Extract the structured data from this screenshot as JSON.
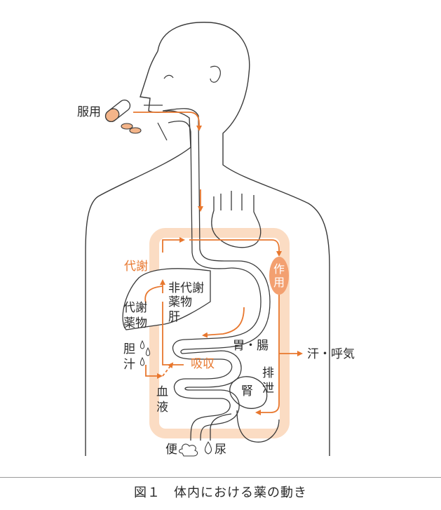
{
  "figure": {
    "labels": {
      "oral": "服用",
      "metabolism": "代謝",
      "action_1": "作",
      "action_2": "用",
      "unmetabolized_1": "非代謝",
      "unmetabolized_2": "薬物",
      "liver": "肝",
      "metabolized_1": "代謝",
      "metabolized_2": "薬物",
      "bile_1": "胆",
      "bile_2": "汁",
      "absorption": "吸収",
      "stomach_intestine": "胃・腸",
      "sweat_breath": "汗・呼気",
      "excretion_1": "排",
      "excretion_2": "泄",
      "kidney": "腎",
      "blood_1": "血",
      "blood_2": "液",
      "feces": "便",
      "urine": "尿"
    },
    "colors": {
      "arrow": "#e8772e",
      "circulation": "#fbdcc3",
      "line": "#3a3a3a"
    },
    "caption": "図１　体内における薬の動き"
  }
}
